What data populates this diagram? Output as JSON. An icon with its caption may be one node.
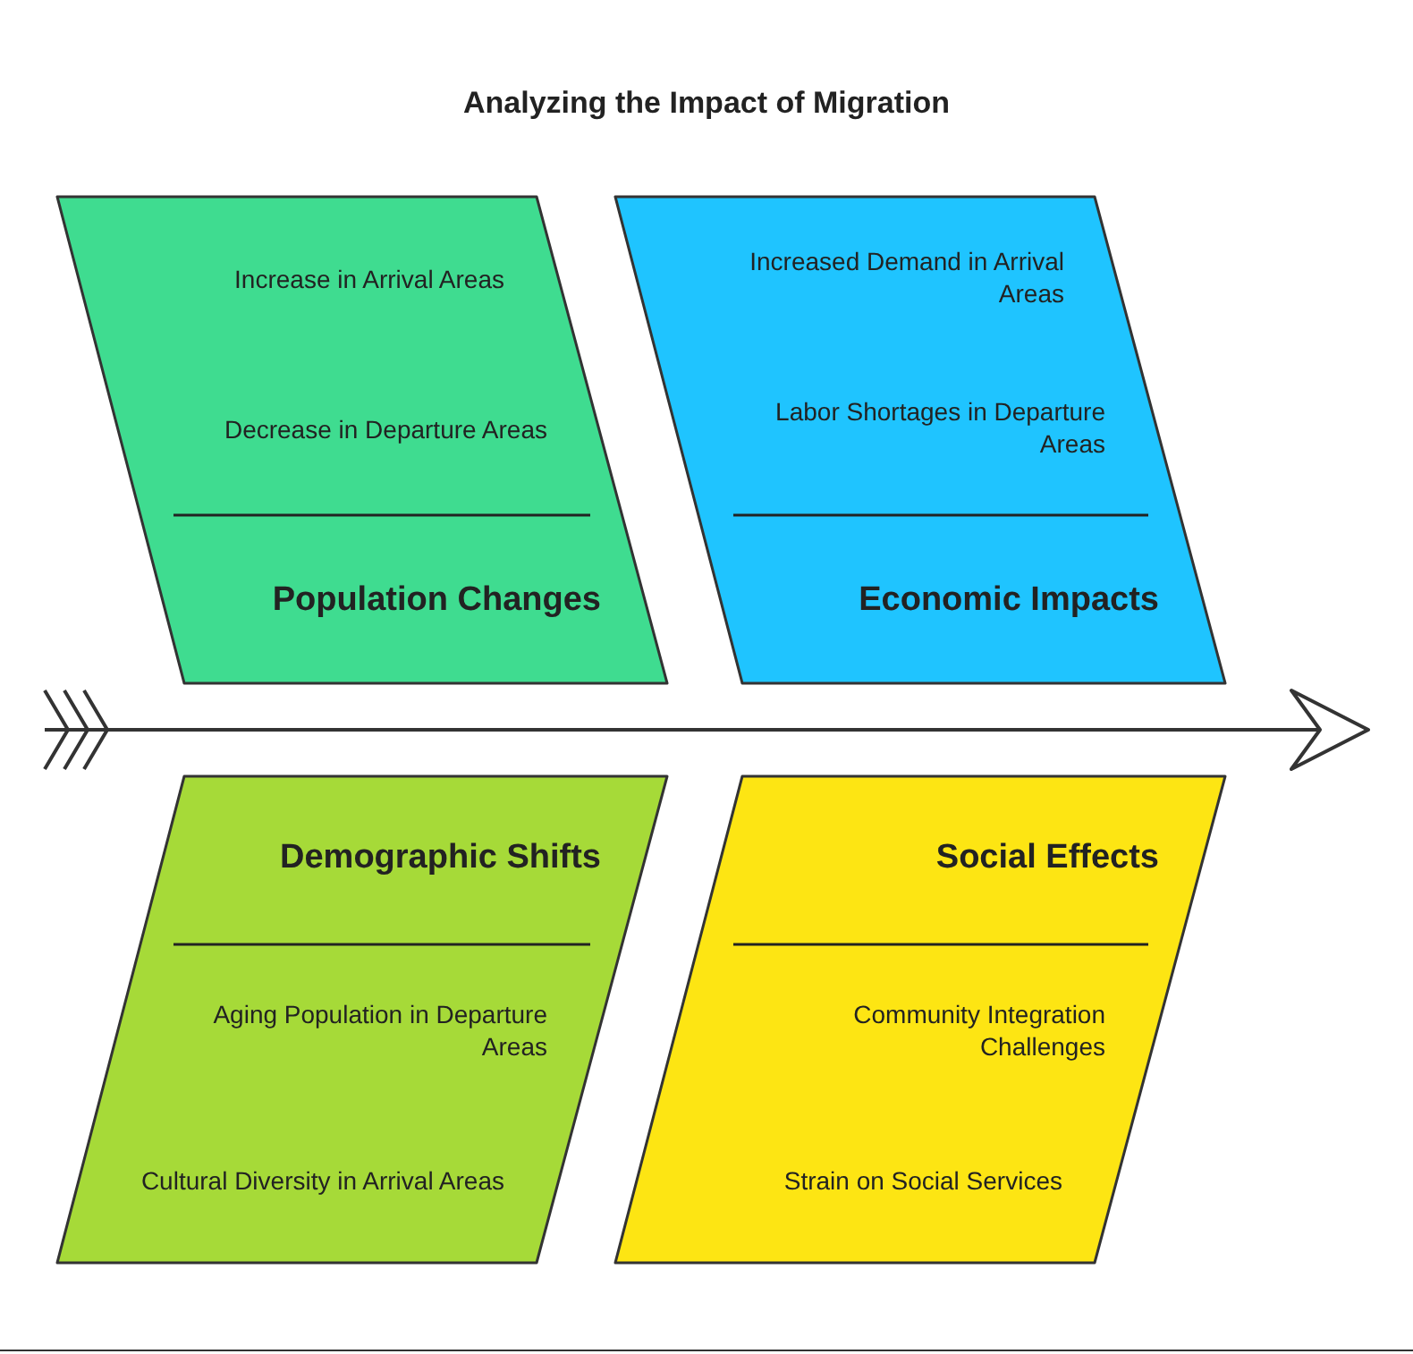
{
  "diagram": {
    "title": "Analyzing the Impact of Migration",
    "nodes": [
      {
        "text": [
          "Increase in Arrival Areas",
          "Decrease in Departure Areas",
          "Population Changes"
        ]
      },
      {
        "text": [
          "Increased Demand in Arrival Areas",
          "Labor Shortages in Departure Areas",
          "Economic Impacts"
        ]
      },
      {
        "text": [
          "Demographic Shifts",
          "Aging Population in Departure Areas",
          "Cultural Diversity in Arrival Areas"
        ]
      },
      {
        "text": [
          "Social Effects",
          "Community Integration Challenges",
          "Strain on Social Services"
        ]
      }
    ]
  }
}
